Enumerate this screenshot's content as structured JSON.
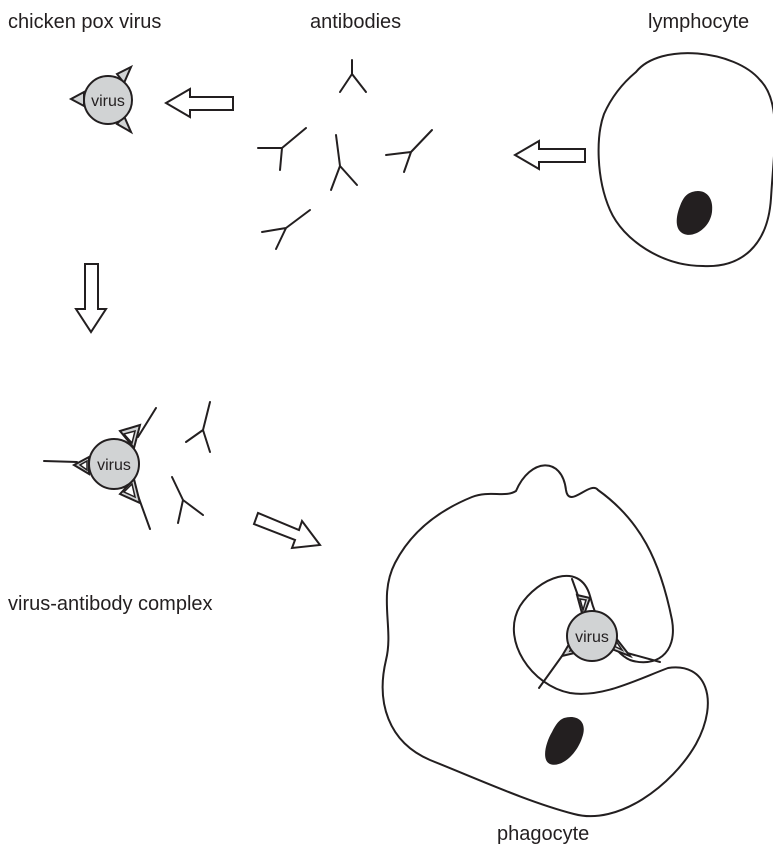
{
  "labels": {
    "chicken_pox_virus": "chicken pox virus",
    "antibodies": "antibodies",
    "lymphocyte": "lymphocyte",
    "virus_antibody_complex": "virus-antibody complex",
    "phagocyte": "phagocyte"
  },
  "virus_text": {
    "free_virus": "virus",
    "complex_virus": "virus",
    "engulfed_virus": "virus"
  },
  "colors": {
    "ink": "#231f20",
    "virus_fill": "#d1d3d4",
    "background": "#ffffff"
  }
}
